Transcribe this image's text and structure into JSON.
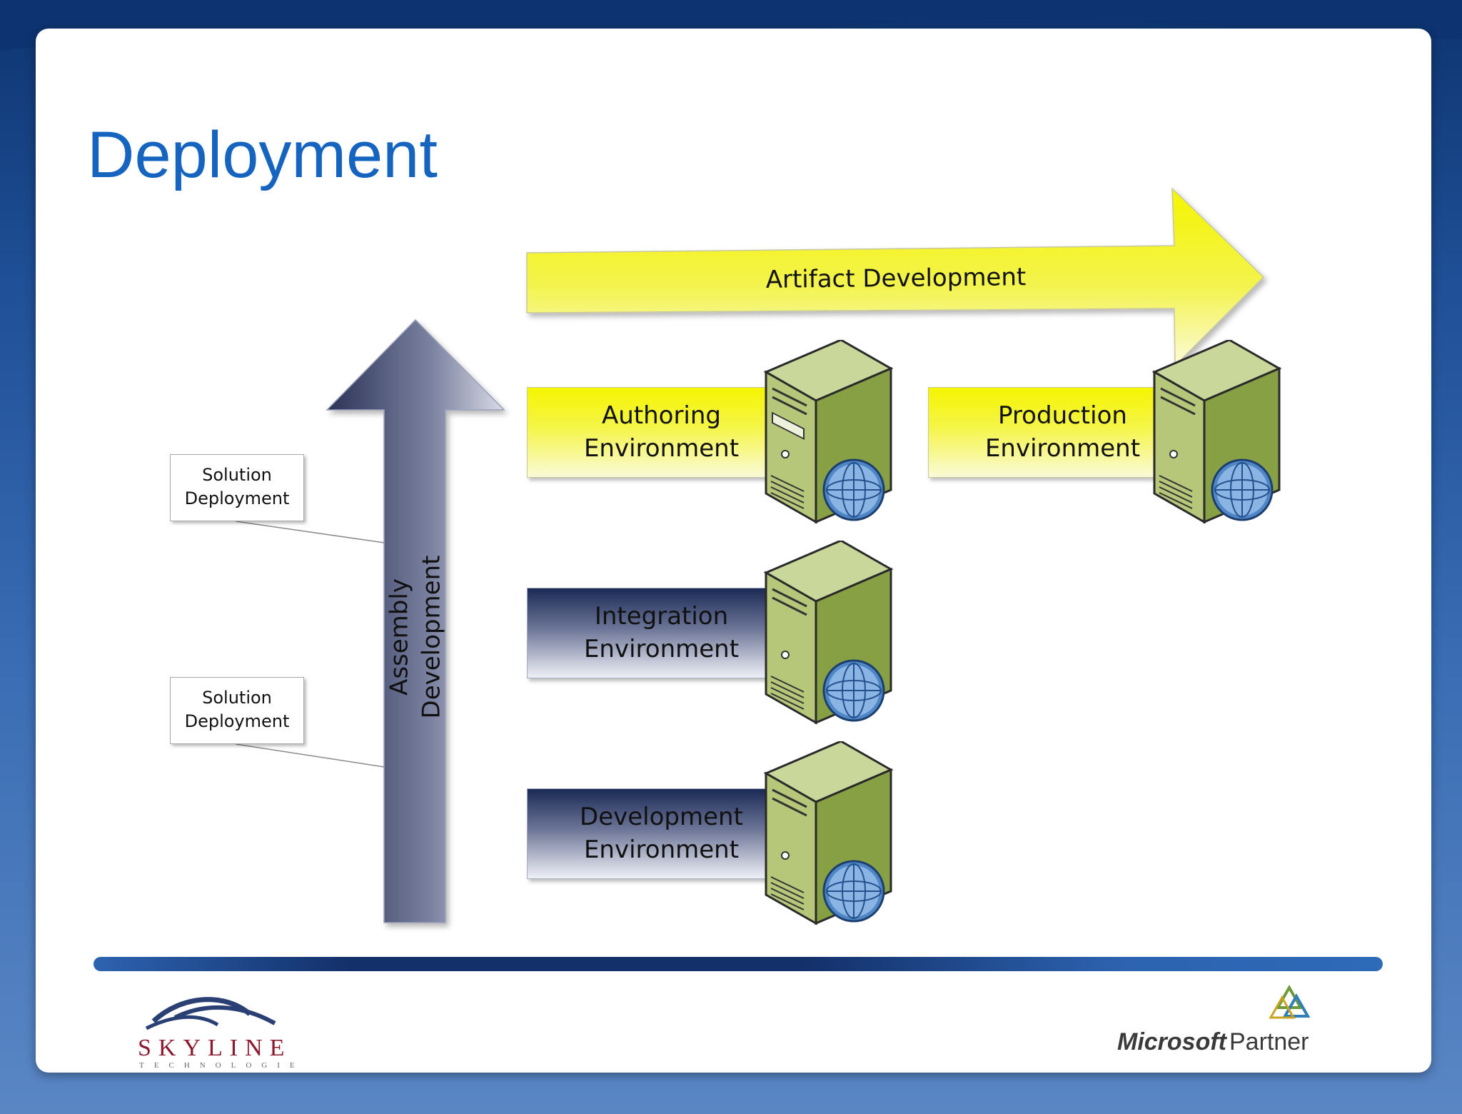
{
  "slide": {
    "title": "Deployment"
  },
  "diagram": {
    "artifact_arrow_label": "Artifact Development",
    "assembly_arrow_label": "Assembly Development",
    "environments": [
      {
        "id": "authoring",
        "line1": "Authoring",
        "line2": "Environment",
        "style": "yellow"
      },
      {
        "id": "production",
        "line1": "Production",
        "line2": "Environment",
        "style": "yellow"
      },
      {
        "id": "integration",
        "line1": "Integration",
        "line2": "Environment",
        "style": "navy"
      },
      {
        "id": "development",
        "line1": "Development",
        "line2": "Environment",
        "style": "navy"
      }
    ],
    "solution_boxes": [
      {
        "line1": "Solution",
        "line2": "Deployment"
      },
      {
        "line1": "Solution",
        "line2": "Deployment"
      }
    ],
    "icons": [
      "web-server-icon",
      "globe-icon"
    ]
  },
  "footer": {
    "skyline_logo_text": "SKYLINE",
    "skyline_logo_subtext": "TECHNOLOGIES",
    "partner_logo_text_bold": "Microsoft",
    "partner_logo_text": "Partner"
  },
  "colors": {
    "title": "#1565c0",
    "artifact_arrow": "#f5f500",
    "assembly_arrow": "#3a4266",
    "server_body": "#8fa84a",
    "globe": "#4f86c6",
    "background": "#2a5aa2"
  }
}
